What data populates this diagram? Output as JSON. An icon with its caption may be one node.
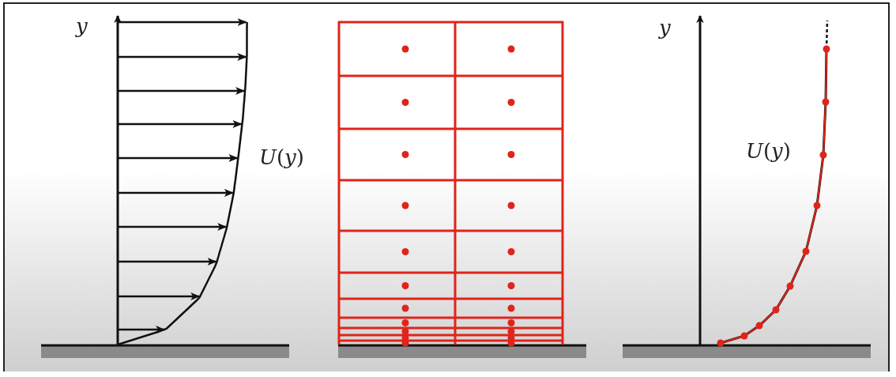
{
  "diagram": {
    "labels": [
      "y",
      "*U*(*y*)",
      "y",
      "*U*(*y*)"
    ]
  }
}
